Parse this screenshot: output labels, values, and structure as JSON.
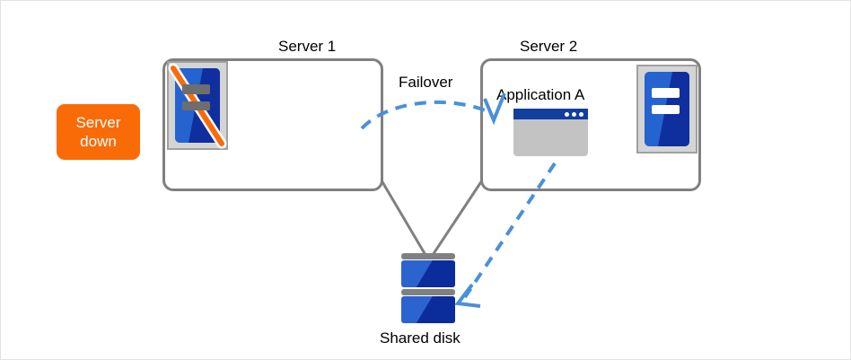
{
  "diagram": {
    "type": "failover-cluster",
    "background": "#ffffff",
    "border_color": "#e2e2e2",
    "colors": {
      "alert_orange": "#f96b07",
      "box_gray": "#808080",
      "server_blue": "#2563d0",
      "server_blue_dark": "#0f2f9e",
      "app_titlebar": "#123ea0",
      "app_body": "#c3c3c3",
      "arrow_blue": "#4a90d9",
      "icon_frame": "#d4d4d4",
      "text": "#000000"
    },
    "badge": {
      "line1": "Server",
      "line2": "down"
    },
    "nodes": [
      {
        "id": "server1",
        "label": "Server 1",
        "state": "down",
        "icon": "server-icon-disabled"
      },
      {
        "id": "server2",
        "label": "Server 2",
        "state": "active",
        "icon": "server-icon",
        "application": "Application A",
        "app_icon": "app-window-icon"
      }
    ],
    "storage": {
      "id": "shared-disk",
      "label": "Shared disk",
      "icon": "disk-stack-icon"
    },
    "connections": [
      {
        "id": "failover",
        "label": "Failover",
        "from": "server1",
        "to": "server2",
        "style": "dashed-arc",
        "color": "#4a90d9"
      },
      {
        "id": "app-to-disk",
        "label": "",
        "from": "server2-application",
        "to": "shared-disk",
        "style": "dashed-arrow",
        "color": "#4a90d9"
      },
      {
        "id": "server1-to-disk",
        "label": "",
        "from": "server1",
        "to": "shared-disk",
        "style": "solid-line",
        "color": "#808080"
      },
      {
        "id": "server2-to-disk",
        "label": "",
        "from": "server2",
        "to": "shared-disk",
        "style": "solid-line",
        "color": "#808080"
      }
    ],
    "labels": {
      "failover": "Failover",
      "shared_disk": "Shared disk",
      "application_a": "Application A",
      "server1": "Server 1",
      "server2": "Server 2"
    }
  }
}
